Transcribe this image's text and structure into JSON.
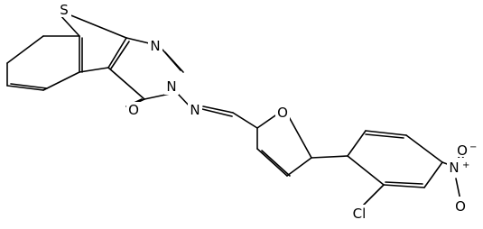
{
  "molecule": {
    "labels": {
      "S": "S",
      "N_pyrimidine": "N",
      "N_ring": "N",
      "N_imine": "N",
      "O_carbonyl": "O",
      "O_furan": "O",
      "Cl": "Cl",
      "N_nitro": "N",
      "nitro_plus": "+",
      "O_nitro_top": "O",
      "nitro_minus": "−",
      "O_nitro_bottom": "O"
    },
    "colors": {
      "bond": "#000000",
      "text": "#000000",
      "background": "#ffffff"
    }
  }
}
